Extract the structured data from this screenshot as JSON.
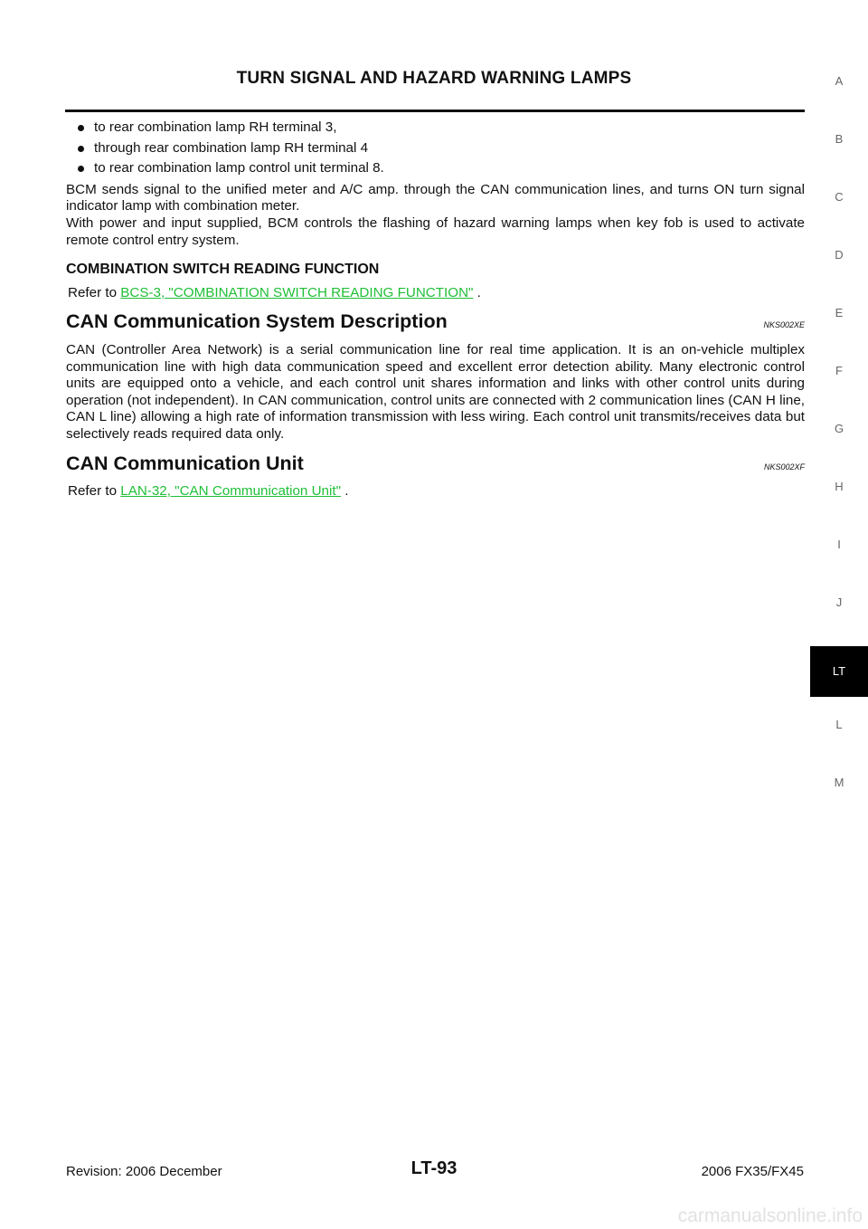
{
  "header": {
    "title": "TURN SIGNAL AND HAZARD WARNING LAMPS"
  },
  "bullets": [
    "to rear combination lamp RH terminal 3,",
    "through rear combination lamp RH terminal 4",
    "to rear combination lamp control unit terminal 8."
  ],
  "paragraphs": {
    "p1": "BCM sends signal to the unified meter and A/C amp. through the CAN communication lines, and turns ON turn signal indicator lamp with combination meter.",
    "p2": "With power and input supplied, BCM controls the flashing of hazard warning lamps when key fob is used to activate remote control entry system."
  },
  "combination_switch": {
    "heading": "COMBINATION SWITCH READING FUNCTION",
    "refer_prefix": "Refer to ",
    "link": "BCS-3, \"COMBINATION SWITCH READING FUNCTION\"",
    "suffix": " ."
  },
  "can_system": {
    "title": "CAN Communication System Description",
    "code": "NKS002XE",
    "body": "CAN (Controller Area Network) is a serial communication line for real time application. It is an on-vehicle multiplex communication line with high data communication speed and excellent error detection ability. Many electronic control units are equipped onto a vehicle, and each control unit shares information and links with other control units during operation (not independent). In CAN communication, control units are connected with 2 communication lines (CAN H line, CAN L line) allowing a high rate of information transmission with less wiring. Each control unit transmits/receives data but selectively reads required data only."
  },
  "can_unit": {
    "title": "CAN Communication Unit",
    "code": "NKS002XF",
    "refer_prefix": "Refer to ",
    "link": "LAN-32, \"CAN Communication Unit\"",
    "suffix": " ."
  },
  "side_tabs": [
    "A",
    "B",
    "C",
    "D",
    "E",
    "F",
    "G",
    "H",
    "I",
    "J",
    "LT",
    "L",
    "M"
  ],
  "active_tab": "LT",
  "footer": {
    "revision": "Revision: 2006 December",
    "page": "LT-93",
    "model": "2006 FX35/FX45"
  },
  "watermark": "carmanualsonline.info",
  "colors": {
    "link": "#1fbf37",
    "active_tab_bg": "#000000",
    "text": "#111111"
  }
}
